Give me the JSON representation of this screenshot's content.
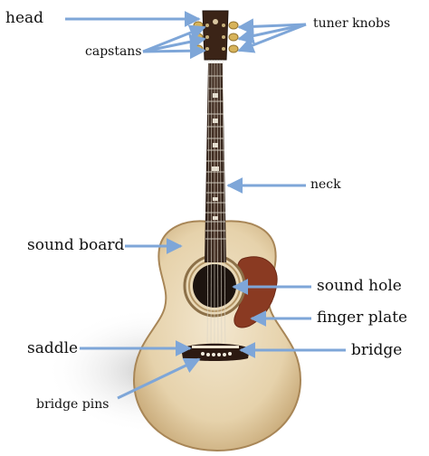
{
  "labels": {
    "head": "head",
    "tuner_knobs": "tuner knobs",
    "capstans": "capstans",
    "neck": "neck",
    "sound_board": "sound board",
    "sound_hole": "sound hole",
    "finger_plate": "finger plate",
    "saddle": "saddle",
    "bridge": "bridge",
    "bridge_pins": "bridge pins"
  },
  "colors": {
    "arrow": "#7ea6d8",
    "body_wood": "#eddcbc",
    "finger_plate": "#8a3a22",
    "neck_wood": "#3a2a22"
  }
}
